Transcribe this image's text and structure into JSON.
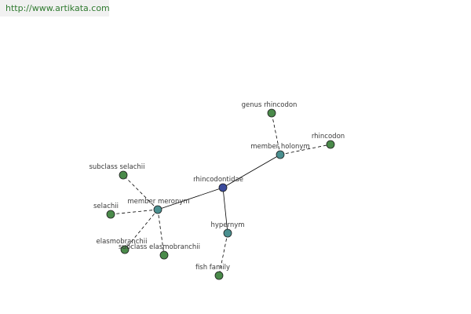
{
  "header": {
    "url": "http://www.artikata.com"
  },
  "colors": {
    "center_node": "#3b4a9c",
    "relation_node": "#4a8f8f",
    "word_node": "#4a8a4a",
    "node_stroke": "#1e1e1e",
    "edge": "#000000",
    "label": "#3a3a3a",
    "banner_text": "#2f7a2f",
    "banner_bg": "#f1f1f1"
  },
  "graph": {
    "nodes": {
      "center": {
        "label": "rhincodontidae"
      },
      "member_holonym": {
        "label": "member holonym"
      },
      "member_meronym": {
        "label": "member meronym"
      },
      "hypernym": {
        "label": "hypernym"
      },
      "genus_rhincodon": {
        "label": "genus rhincodon"
      },
      "rhincodon": {
        "label": "rhincodon"
      },
      "subclass_selachii": {
        "label": "subclass selachii"
      },
      "selachii": {
        "label": "selachii"
      },
      "elasmobranchii": {
        "label": "elasmobranchii"
      },
      "subclass_elasmobranchii": {
        "label": "subclass elasmobranchii"
      },
      "fish_family": {
        "label": "fish family"
      }
    }
  }
}
